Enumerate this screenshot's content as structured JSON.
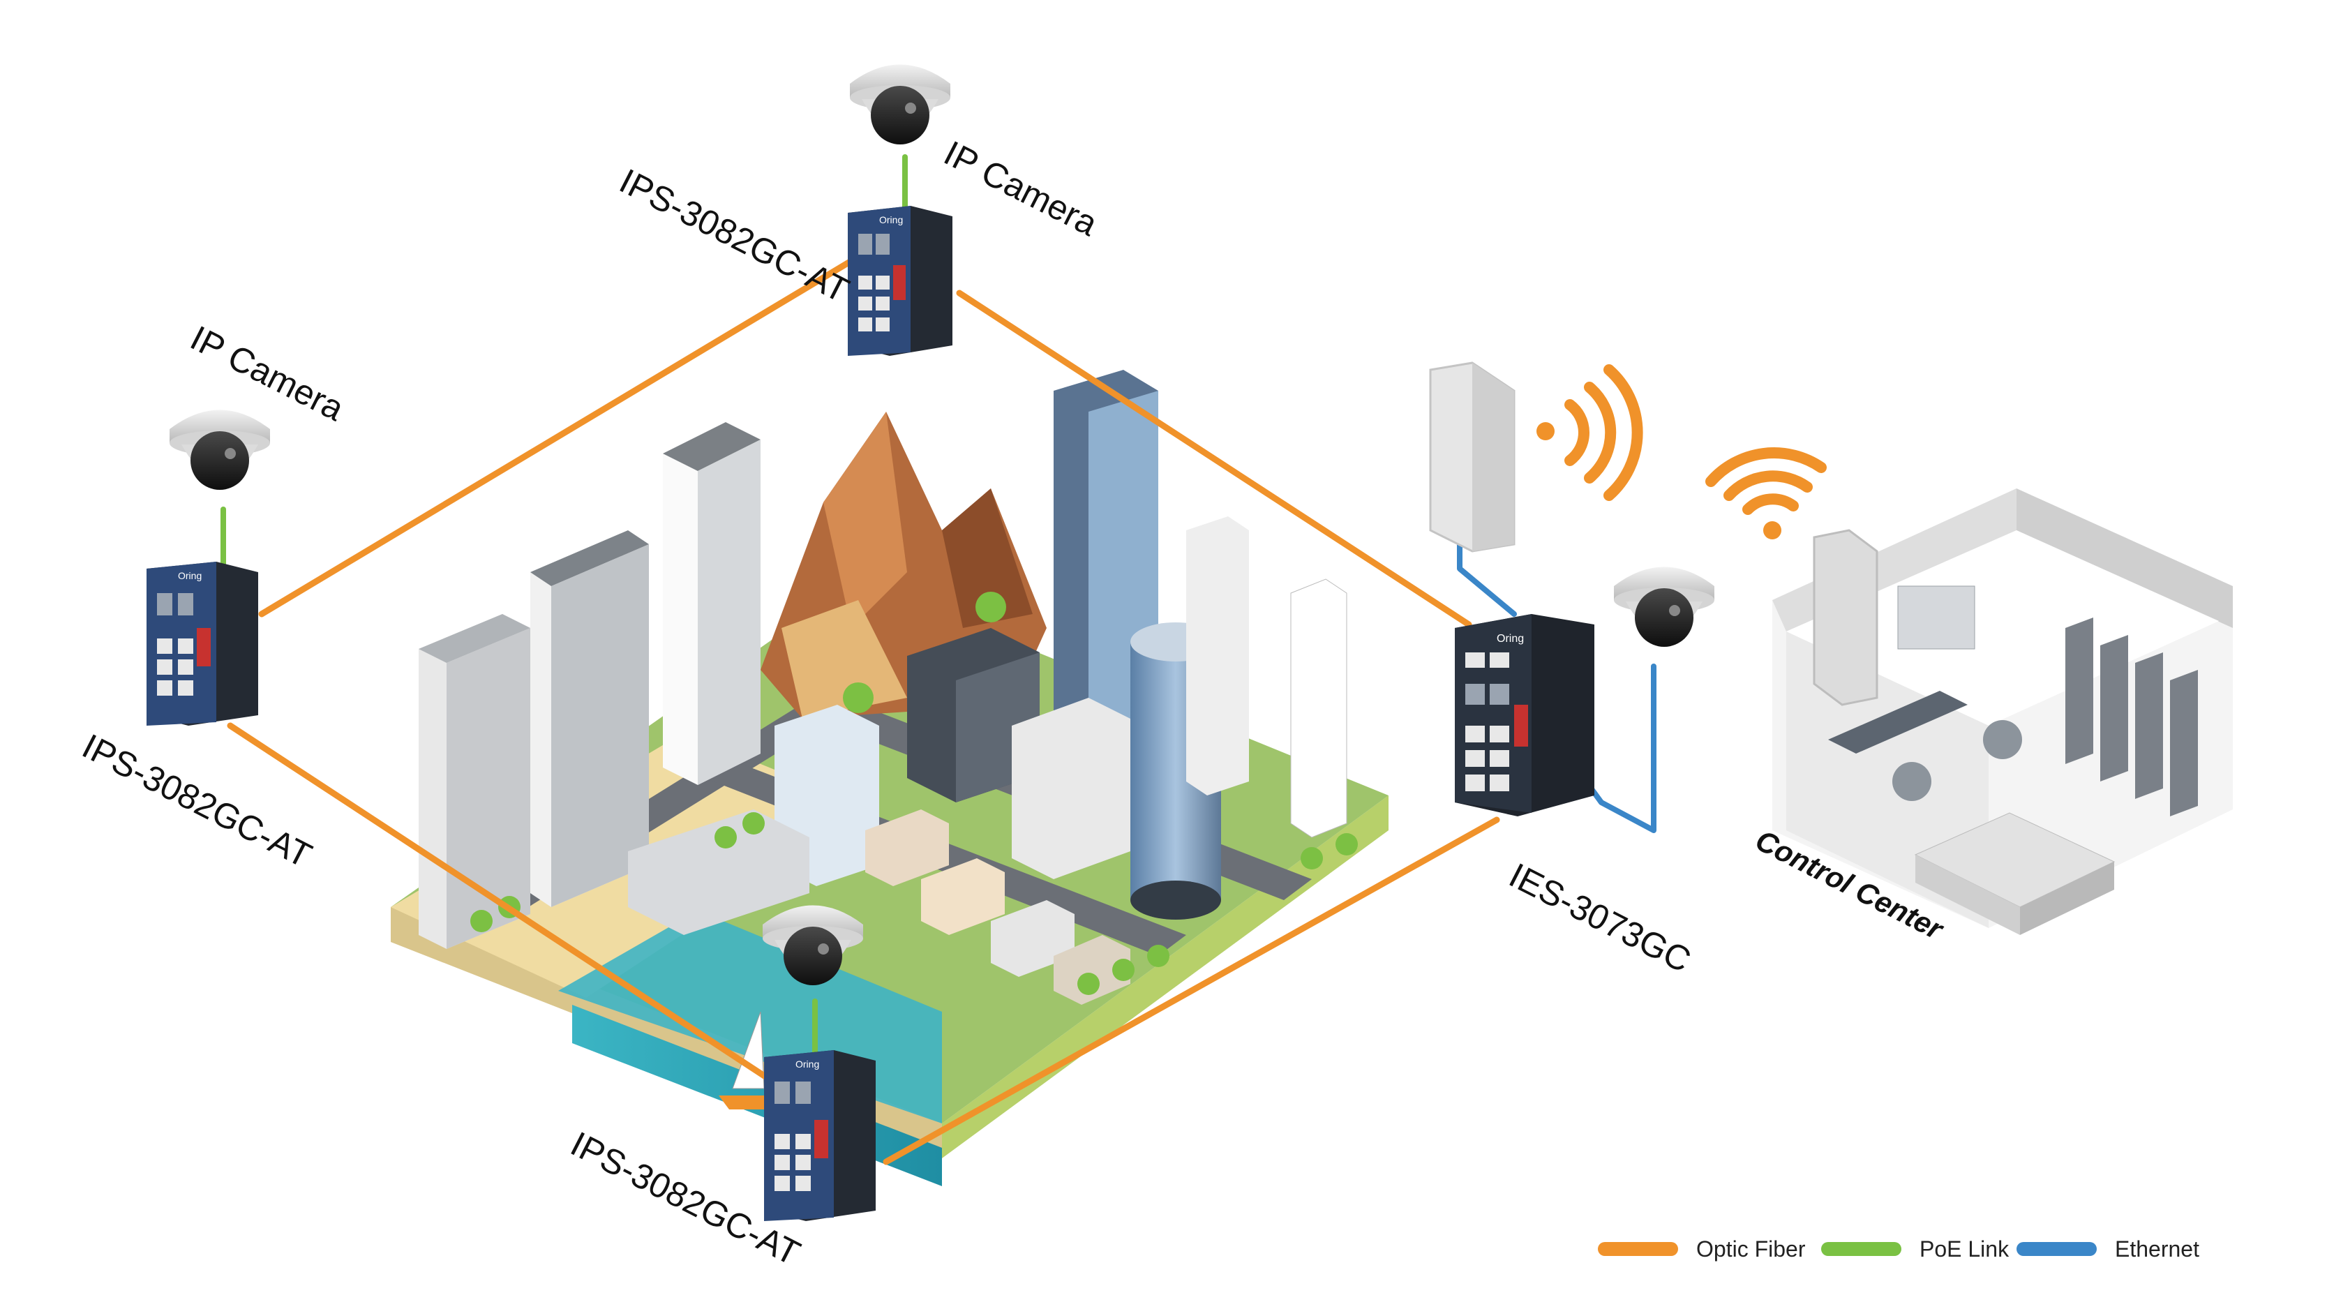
{
  "colors": {
    "optic_fiber": "#f0922a",
    "poe_link": "#7ac143",
    "ethernet": "#3a86c8"
  },
  "devices": {
    "top_switch_label": "IPS-3082GC-AT",
    "left_switch_label": "IPS-3082GC-AT",
    "bottom_switch_label": "IPS-3082GC-AT",
    "right_switch_label": "IES-3073GC",
    "top_camera_label": "IP Camera",
    "left_camera_label": "IP Camera",
    "control_center_label": "Control Center",
    "switch_brand": "Oring"
  },
  "legend": {
    "optic_fiber": "Optic Fiber",
    "poe_link": "PoE Link",
    "ethernet": "Ethernet"
  },
  "icons": [
    "dome-camera-icon",
    "industrial-switch-icon",
    "wifi-signal-icon",
    "access-point-icon",
    "server-rack-icon"
  ]
}
